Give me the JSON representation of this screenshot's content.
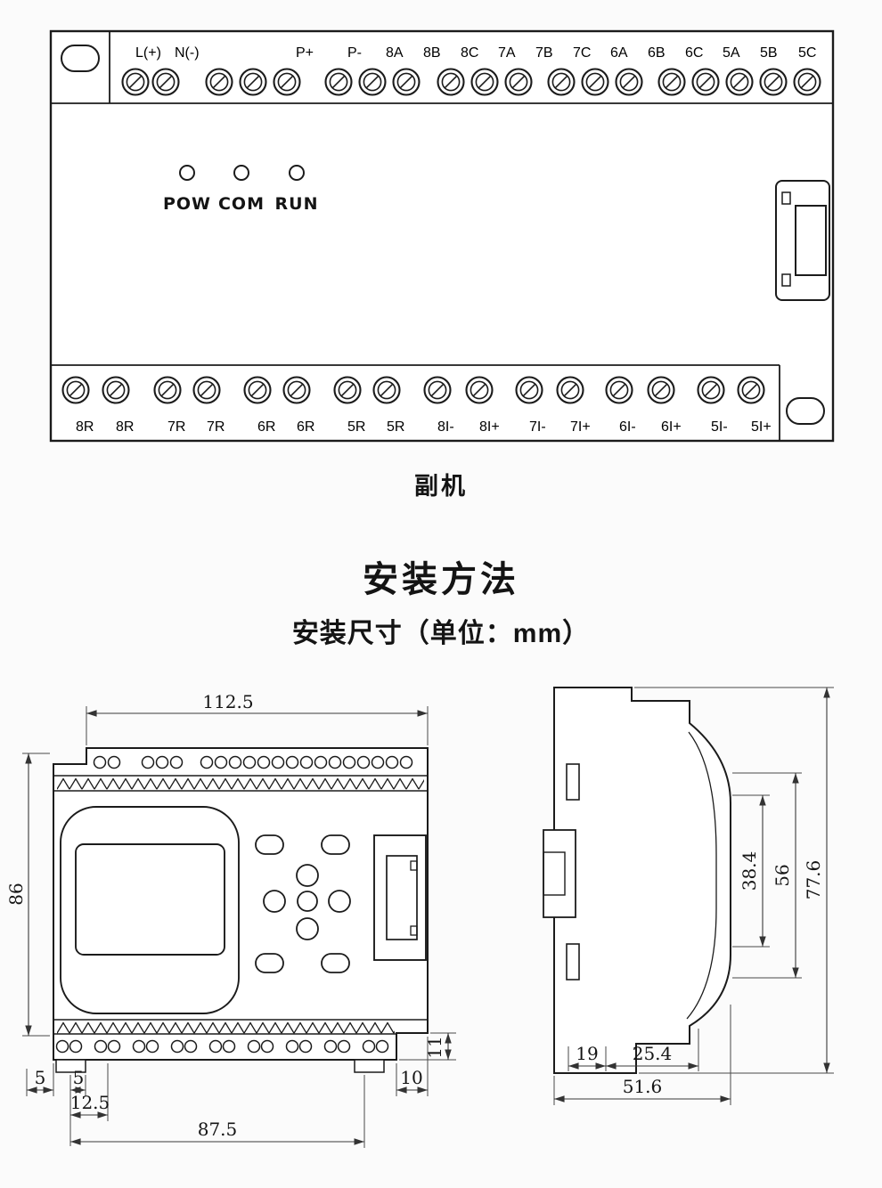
{
  "device": {
    "caption": "副机",
    "top_labels": [
      "L(+)",
      "N(-)",
      "P+",
      "P-",
      "8A",
      "8B",
      "8C",
      "7A",
      "7B",
      "7C",
      "6A",
      "6B",
      "6C",
      "5A",
      "5B",
      "5C"
    ],
    "led_labels": [
      "POW",
      "COM",
      "RUN"
    ],
    "bottom_labels": [
      "8R",
      "8R",
      "7R",
      "7R",
      "6R",
      "6R",
      "5R",
      "5R",
      "8I-",
      "8I+",
      "7I-",
      "7I+",
      "6I-",
      "6I+",
      "5I-",
      "5I+"
    ]
  },
  "install": {
    "title": "安装方法",
    "subtitle": "安装尺寸（单位：mm）"
  },
  "front_dims": {
    "width": "112.5",
    "height": "86",
    "foot_offset": "5",
    "foot_offset2": "5",
    "inset": "12.5",
    "span": "87.5",
    "step": "10",
    "strip_height": "11"
  },
  "side_dims": {
    "total_height": "77.6",
    "face_height": "56",
    "window_height": "38.4",
    "clip_width": "19",
    "body_depth": "25.4",
    "total_depth": "51.6"
  }
}
